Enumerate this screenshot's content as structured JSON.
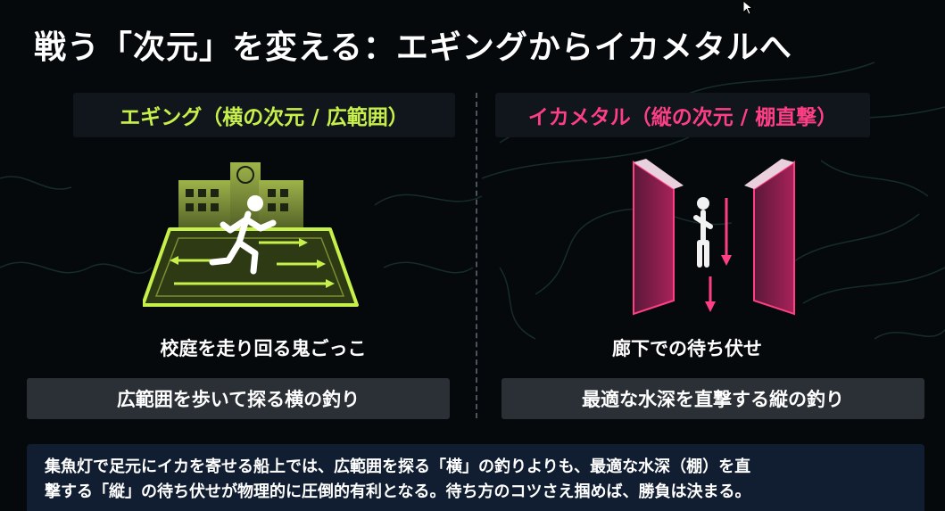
{
  "title": "戦う「次元」を変える：エギングからイカメタルへ",
  "left": {
    "heading": "エギング（横の次元 / 広範囲）",
    "caption": "校庭を走り回る鬼ごっこ",
    "label": "広範囲を歩いて探る横の釣り"
  },
  "right": {
    "heading": "イカメタル（縦の次元 / 棚直撃）",
    "caption": "廊下での待ち伏せ",
    "label": "最適な水深を直撃する縦の釣り"
  },
  "summary": {
    "line1": "集魚灯で足元にイカを寄せる船上では、広範囲を探る「横」の釣りよりも、最適な水深（棚）を直",
    "line2": "撃する「縦」の待ち伏せが物理的に圧倒的有利となる。待ち方のコツさえ掴めば、勝負は決まる。"
  },
  "colors": {
    "left_accent": "#c8f04a",
    "right_accent": "#ff3f85",
    "background": "#06090c",
    "summary_bg": "#111d31"
  },
  "icons": {
    "left": "school-running-figure-icon",
    "right": "corridor-waiting-figure-icon"
  }
}
